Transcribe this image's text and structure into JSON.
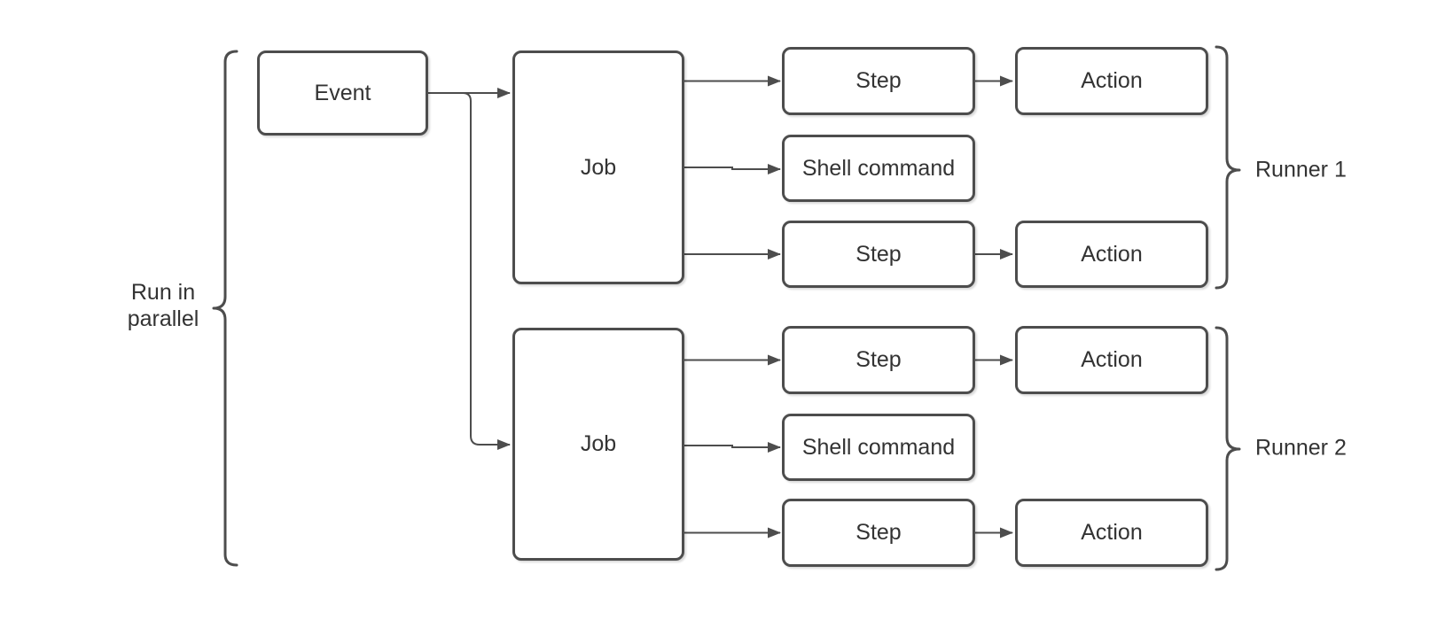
{
  "diagram": {
    "type": "flowchart",
    "colors": {
      "stroke": "#4d4d4d",
      "text": "#333333",
      "background": "#ffffff",
      "node_fill": "#ffffff"
    },
    "nodes": {
      "event": "Event",
      "job": "Job",
      "step": "Step",
      "shell_command": "Shell command",
      "action": "Action"
    },
    "annotations": {
      "left_brace_label": "Run in parallel",
      "runner1_label": "Runner 1",
      "runner2_label": "Runner 2"
    }
  }
}
